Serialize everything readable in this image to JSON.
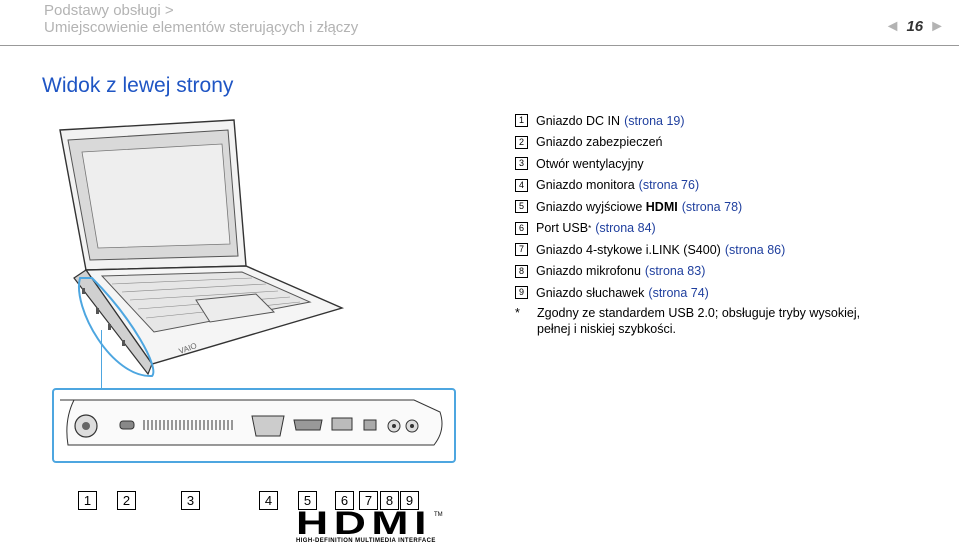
{
  "header": {
    "breadcrumb_line1": "Podstawy obsługi >",
    "breadcrumb_line2": "Umiejscowienie elementów sterujących i złączy",
    "page_number": "16",
    "prev_arrow": "◄",
    "next_arrow": "►"
  },
  "section_title": "Widok z lewej strony",
  "legend": [
    {
      "marker": "1",
      "text": "Gniazdo DC IN",
      "link": "(strona 19)"
    },
    {
      "marker": "2",
      "text": "Gniazdo zabezpieczeń",
      "link": ""
    },
    {
      "marker": "3",
      "text": "Otwór wentylacyjny",
      "link": ""
    },
    {
      "marker": "4",
      "text": "Gniazdo monitora",
      "link": "(strona 76)"
    },
    {
      "marker": "5",
      "text": "Gniazdo wyjściowe",
      "bold": "HDMI",
      "link": "(strona 78)"
    },
    {
      "marker": "6",
      "text": "Port USB",
      "sup": "*",
      "link": "(strona 84)"
    },
    {
      "marker": "7",
      "text": "Gniazdo 4-stykowe i.LINK (S400)",
      "link": "(strona 86)"
    },
    {
      "marker": "8",
      "text": "Gniazdo mikrofonu",
      "link": "(strona 83)"
    },
    {
      "marker": "9",
      "text": "Gniazdo słuchawek",
      "link": "(strona 74)"
    }
  ],
  "footnote": {
    "star": "*",
    "line1": "Zgodny ze standardem USB 2.0; obsługuje tryby wysokiej,",
    "line2": "pełnej i niskiej szybkości."
  },
  "laptop_brand": "VAIO",
  "port_numbers": [
    "1",
    "2",
    "3",
    "4",
    "5",
    "6",
    "7",
    "8",
    "9"
  ],
  "hdmi_logo": {
    "text": "HDMI",
    "tm": "TM",
    "subtitle": "HIGH-DEFINITION MULTIMEDIA INTERFACE"
  },
  "colors": {
    "accent": "#1f55c4",
    "link": "#1f3f9e",
    "callout": "#4da6e0"
  }
}
